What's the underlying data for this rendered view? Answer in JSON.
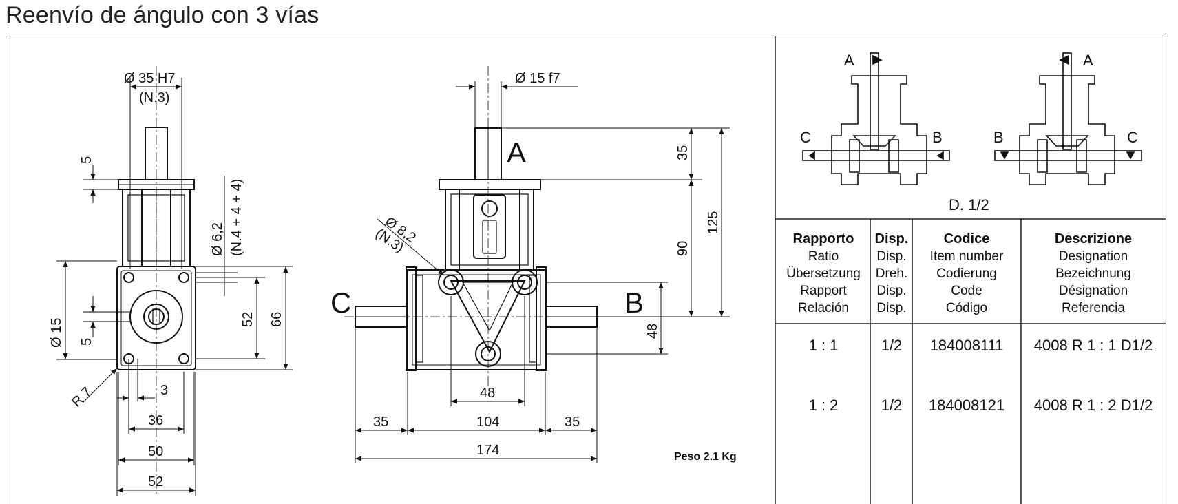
{
  "page": {
    "title": "Reenvío de ángulo con 3 vías"
  },
  "drawing": {
    "left_view": {
      "dia_bore": "Ø 35 H7",
      "dia_bore_note": "(N.3)",
      "dim_5_top": "5",
      "dim_holes": "Ø 6,2",
      "dim_holes_note": "(N.4 + 4 + 4)",
      "dim_dia15": "Ø 15",
      "dim_5_bottom": "5",
      "dim_52_v": "52",
      "dim_66": "66",
      "radius": "R 7",
      "dim_3": "3",
      "dim_36": "36",
      "dim_50": "50",
      "dim_52_h": "52"
    },
    "front_view": {
      "dia_shaft": "Ø 15 f7",
      "dia_holes": "Ø 8,2",
      "dia_holes_note": "(N.3)",
      "label_a": "A",
      "label_b": "B",
      "label_c": "C",
      "dim_35_v": "35",
      "dim_125": "125",
      "dim_90": "90",
      "dim_48_v": "48",
      "dim_48_h": "48",
      "dim_35_left": "35",
      "dim_104": "104",
      "dim_35_right": "35",
      "dim_174": "174",
      "weight": "Peso 2.1 Kg"
    },
    "schematic": {
      "a1": "A",
      "b1": "B",
      "c1": "C",
      "a2": "A",
      "b2": "B",
      "c2": "C",
      "caption": "D. 1/2"
    }
  },
  "table": {
    "headers": [
      {
        "main": "Rapporto",
        "sub": [
          "Ratio",
          "Übersetzung",
          "Rapport",
          "Relación"
        ]
      },
      {
        "main": "Disp.",
        "sub": [
          "Disp.",
          "Dreh.",
          "Disp.",
          "Disp."
        ]
      },
      {
        "main": "Codice",
        "sub": [
          "Item number",
          "Codierung",
          "Code",
          "Código"
        ]
      },
      {
        "main": "Descrizione",
        "sub": [
          "Designation",
          "Bezeichnung",
          "Désignation",
          "Referencia"
        ]
      }
    ],
    "rows": [
      {
        "ratio": "1 : 1",
        "disp": "1/2",
        "code": "184008111",
        "desc": "4008 R 1 : 1 D1/2"
      },
      {
        "ratio": "1 : 2",
        "disp": "1/2",
        "code": "184008121",
        "desc": "4008 R 1 : 2 D1/2"
      }
    ]
  },
  "colors": {
    "line": "#111111",
    "background": "#ffffff"
  }
}
